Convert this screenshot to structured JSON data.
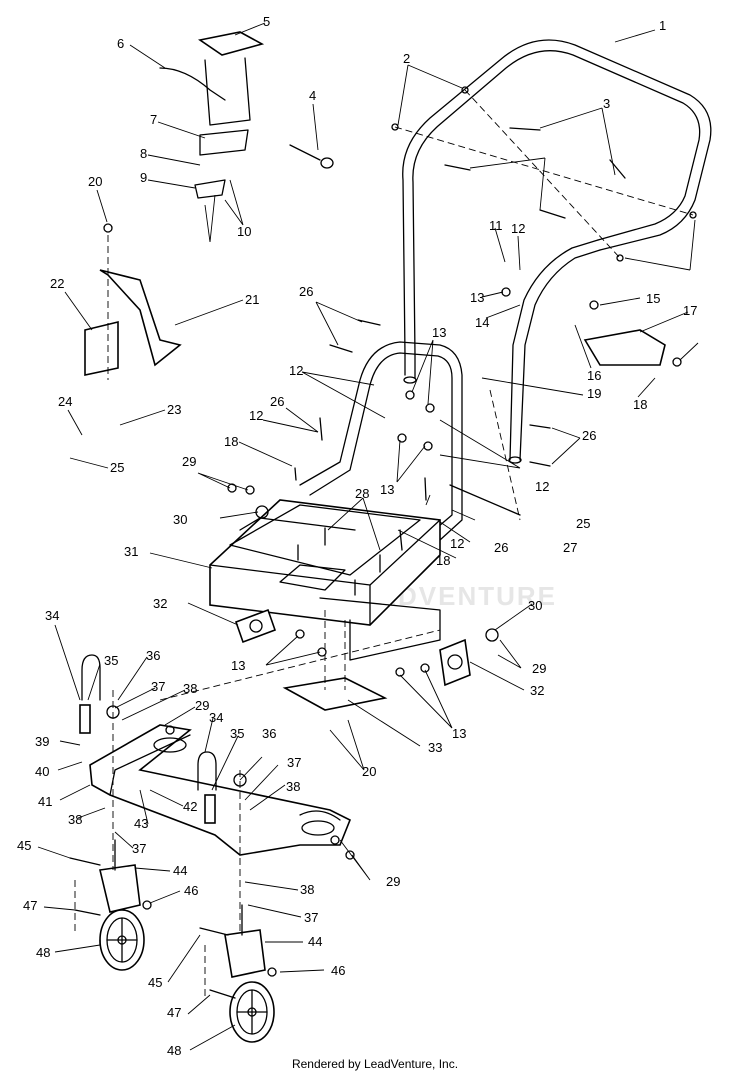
{
  "callouts": [
    "1",
    "2",
    "3",
    "4",
    "5",
    "6",
    "7",
    "8",
    "9",
    "10",
    "11",
    "12",
    "13",
    "14",
    "15",
    "16",
    "17",
    "18",
    "19",
    "20",
    "21",
    "22",
    "23",
    "24",
    "25",
    "26",
    "27",
    "28",
    "29",
    "30",
    "31",
    "32",
    "33",
    "34",
    "35",
    "36",
    "37",
    "38",
    "39",
    "40",
    "41",
    "42",
    "43",
    "44",
    "45",
    "46",
    "47",
    "48"
  ],
  "watermark": "LEADVENTURE",
  "footer": "Rendered by LeadVenture, Inc."
}
